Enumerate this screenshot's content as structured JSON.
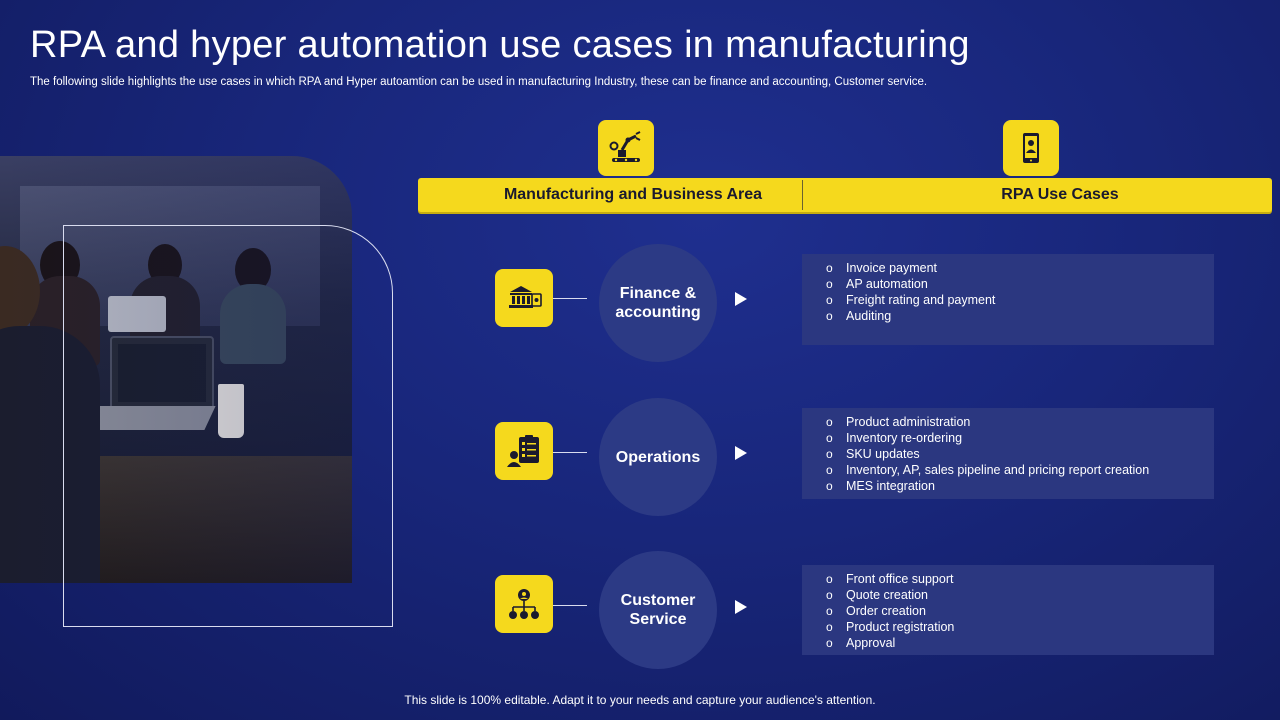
{
  "title": "RPA and hyper automation use cases in manufacturing",
  "subtitle": "The following slide highlights the use cases in which RPA and Hyper autoamtion can be used in manufacturing Industry, these can be finance and accounting, Customer service.",
  "footer": "This slide is 100% editable. Adapt it to your needs and capture your audience's attention.",
  "colors": {
    "background": "#18267a",
    "accent": "#f5d91d",
    "circle": "#2c3a85",
    "box": "#2b3780"
  },
  "header": {
    "left_icon": "robot-arm-icon",
    "right_icon": "mobile-user-icon",
    "col1": "Manufacturing and Business Area",
    "col2": "RPA Use Cases"
  },
  "rows": [
    {
      "icon": "bank-money-icon",
      "area": "Finance & accounting",
      "cases": [
        "Invoice  payment",
        "AP automation",
        "Freight rating and payment",
        "Auditing"
      ]
    },
    {
      "icon": "clipboard-worker-icon",
      "area": "Operations",
      "cases": [
        "Product administration",
        "Inventory  re-ordering",
        "SKU updates",
        "Inventory,  AP, sales pipeline  and pricing report  creation",
        "MES integration"
      ]
    },
    {
      "icon": "customer-network-icon",
      "area": "Customer Service",
      "cases": [
        "Front office support",
        "Quote creation",
        "Order creation",
        "Product registration",
        "Approval"
      ]
    }
  ]
}
